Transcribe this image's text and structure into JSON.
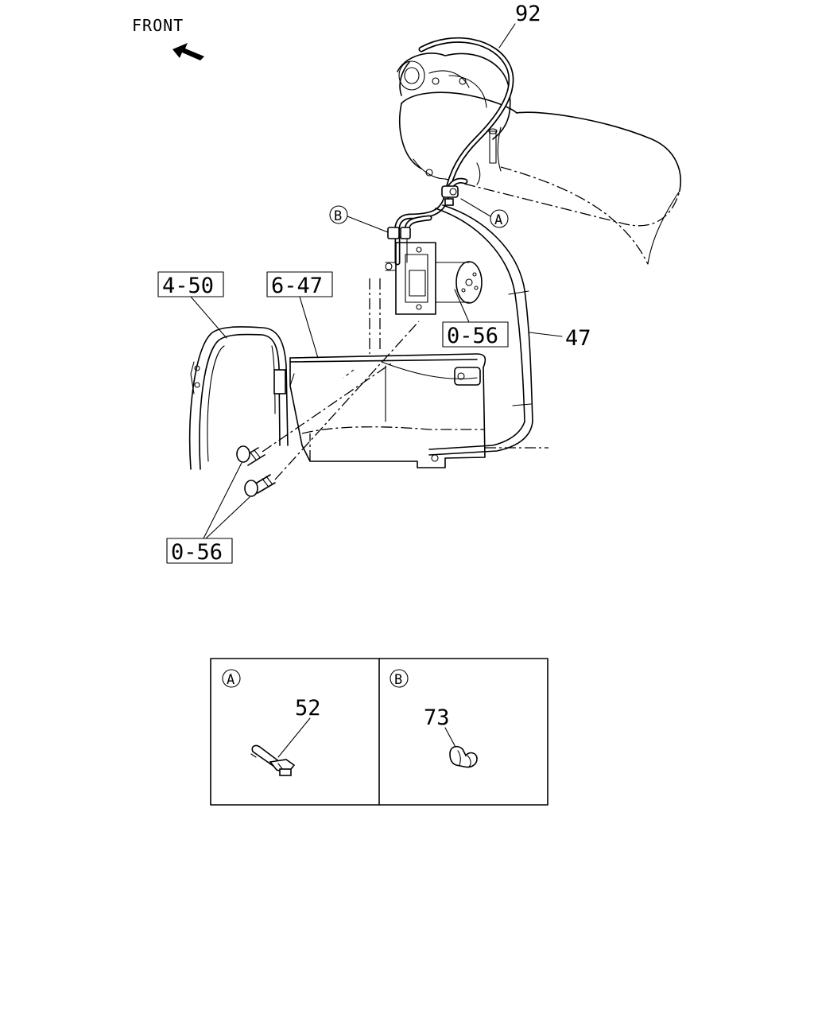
{
  "direction": {
    "label": "FRONT"
  },
  "callouts": {
    "p92": "92",
    "p47": "47",
    "ref_4_50": "4-50",
    "ref_6_47": "6-47",
    "ref_0_56_upper": "0-56",
    "ref_0_56_lower": "0-56",
    "mark_A": "A",
    "mark_B": "B"
  },
  "details": {
    "A": {
      "mark": "A",
      "part": "52"
    },
    "B": {
      "mark": "B",
      "part": "73"
    }
  }
}
